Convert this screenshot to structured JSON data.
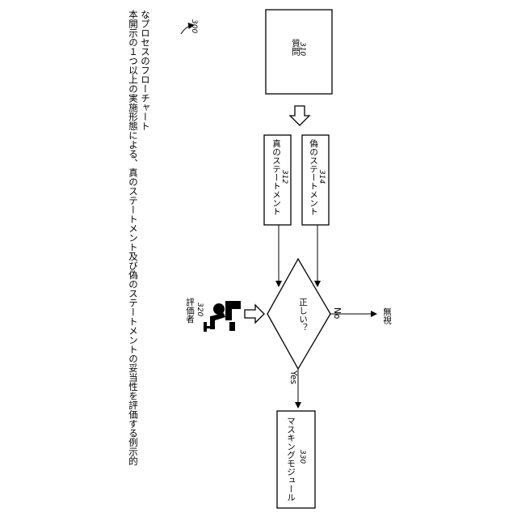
{
  "figure": {
    "caption_line1": "本開示の１つ以上の実施形態による、真のステートメント及び偽のステートメントの妥当性を評価する例示的",
    "caption_line2": "なプロセスのフローチャート",
    "ref_number": "300"
  },
  "question_box": {
    "label": "質問",
    "number": "310"
  },
  "true_statement_box": {
    "label": "真のステートメント",
    "number": "312"
  },
  "false_statement_box": {
    "label": "偽のステートメント",
    "number": "314"
  },
  "decision": {
    "label": "正しい？",
    "yes_label": "Yes",
    "no_label": "No"
  },
  "evaluator": {
    "label": "評価者",
    "number": "320"
  },
  "ignore_label": "無視",
  "masking_module": {
    "label": "マスキングモジュール",
    "number": "330"
  }
}
